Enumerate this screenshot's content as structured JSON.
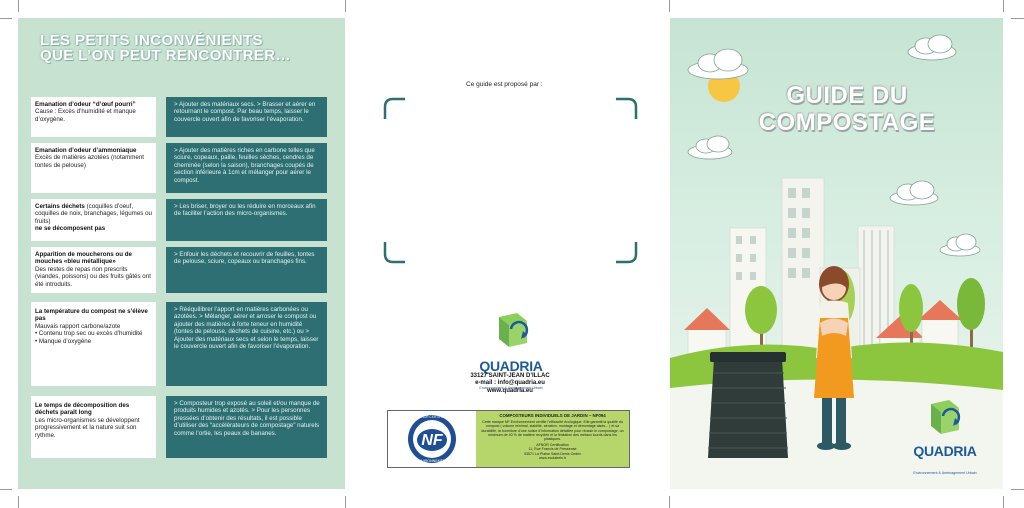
{
  "left": {
    "title_line1": "LES PETITS INCONVÉNIENTS",
    "title_line2": "QUE L’ON PEUT RENCONTRER…",
    "rows": [
      {
        "problem_bold": "Emanation d’odeur “d’œuf pourri”",
        "problem_text": "Cause : Excès d’humidité et manque d’oxygène.",
        "solution": "> Ajouter des matériaux secs. > Brasser et aérer en retournant le compost. Par beau temps, laisser le couvercle ouvert afin de favoriser l’évaporation."
      },
      {
        "problem_bold": "Emanation d’odeur d’ammoniaque",
        "problem_text": "Excès de matières azotées (notamment tontes de pelouse)",
        "solution": "> Ajouter des matières riches en carbone telles que sciure, copeaux, paille, feuilles sèches, cendres de cheminée (selon la saison), branchages coupés de section inférieure à 1cm et mélanger pour aérer le compost."
      },
      {
        "problem_bold_pre": "Certains déchets",
        "problem_text": "(coquilles d’oeuf, coquilles de noix, branchages, légumes ou fruits)",
        "problem_bold_post": "ne se décomposent pas",
        "solution": "> Les briser, broyer ou les réduire en morceaux afin de faciliter l’action des micro-organismes."
      },
      {
        "problem_bold": "Apparition de moucherons ou de mouches «bleu métallique»",
        "problem_text": "Des restes de repas non prescrits (viandes, poissons) ou des fruits gâtés ont été introduits.",
        "solution": "> Enfouir les déchets et recouvrir de feuilles, tontes de pelouse, sciure, copeaux ou branchages fins."
      },
      {
        "problem_bold": "La température du compost ne s’élève pas",
        "problem_text": "Mauvais rapport carbone/azote",
        "bullets": [
          "• Contenu trop sec ou excès d’humidité",
          "• Manque d’oxygène"
        ],
        "solution": "> Rééquilibrer l’apport en matières carbonées ou azotées. > Mélanger, aérer et arroser le compost ou ajouter des matières à forte teneur en humidité (tontes de pelouse, déchets de cuisine, etc.) ou > Ajouter des matériaux secs et selon le temps, laisser le couvercle ouvert afin de favoriser l’évaporation."
      },
      {
        "problem_bold": "Le temps de décomposition des déchets paraît long",
        "problem_text": "Les micro-organismes se développent progressivement et la nature suit son rythme.",
        "solution": "> Composteur trop exposé au soleil et/ou manque de produits humides et azotés. > Pour les personnes pressées d’obtenir des résultats, il est possible d’utiliser des “accélérateurs de compostage” naturels comme l’ortie, les peaux de bananes."
      }
    ]
  },
  "middle": {
    "caption": "Ce guide est proposé par :",
    "logo_word": "QUADRIA",
    "logo_sub": "Environnement & Aménagement Urbain",
    "address_line1": "33127 SAINT-JEAN D’ILLAC",
    "address_line2": "e-mail : info@quadria.eu",
    "address_line3": "www.quadria.eu",
    "cert_logo_top": "PAR AFNOR CERTIFICATION",
    "cert_logo_mark": "NF",
    "cert_logo_bottom": "ENVIRONNEMENT",
    "cert_title": "COMPOSTEURS INDIVIDUELS DE JARDIN – NF094",
    "cert_body": "Cette marque NF Environnement certifie l’efficacité écologique. Elle garantit la qualité du compost ( volume minimal, stabilité, aération, montage et démontage aisés... ) et sa durabilité, la fourniture d’une notice d’information détaillée pour réussir le compostage, un minimum de 40 % de matière recyclée et la limitation des métaux lourds dans les plastiques.",
    "cert_addr1": "AFNOR Certification",
    "cert_addr2": "11, Rue Francis de Pressensé",
    "cert_addr3": "93571 La Plaine Saint-Denis Cedex",
    "cert_addr4": "www.ecolabels.fr"
  },
  "right": {
    "title_line1": "GUIDE DU",
    "title_line2": "COMPOSTAGE",
    "logo_word": "QUADRIA",
    "logo_sub": "Environnement & Aménagement Urbain"
  },
  "colors": {
    "panel_green": "#c8e2d1",
    "teal": "#2e6f73",
    "brand_blue": "#1e5a9a",
    "brand_green": "#6ab04c",
    "cert_green": "#b6d66c"
  }
}
